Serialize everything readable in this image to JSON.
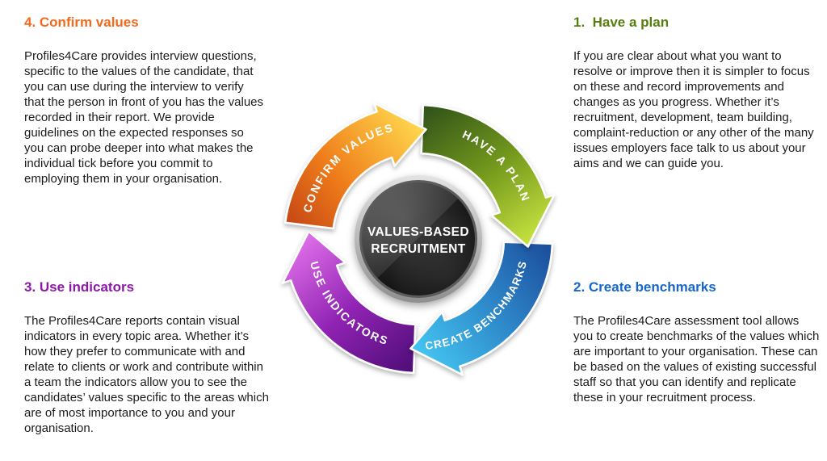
{
  "sections": {
    "confirm_values": {
      "heading": "4. Confirm values",
      "heading_color": "#f26a1e",
      "body": "Profiles4Care provides interview questions, specific to the values of the candidate, that you can use during the interview to verify that the person in front of you has the values recorded in their report. We provide guidelines on the expected responses so you can probe deeper into what makes the individual tick before you commit to employing them in your organisation."
    },
    "have_a_plan": {
      "heading": "1.  Have a plan",
      "heading_color": "#567d0e",
      "body": "If you are clear about what you want to resolve or improve then it is simpler to focus on these and record improvements and changes as you progress. Whether it’s recruitment, development, team building, complaint-reduction or any other of the many issues employers face talk to us about your aims and we can guide you."
    },
    "use_indicators": {
      "heading": "3. Use indicators",
      "heading_color": "#8e17ab",
      "body": "The Profiles4Care reports contain visual indicators in every topic area. Whether it’s how they prefer to communicate with and relate to clients or work and contribute within a team the indicators allow you to see the candidates’ values specific to the areas which are of most importance to you and your organisation."
    },
    "create_benchmarks": {
      "heading": "2. Create benchmarks",
      "heading_color": "#1766c8",
      "body": "The Profiles4Care assessment tool allows you to create benchmarks of the values which are important to your organisation. These can be based on the values of existing successful staff so that you can identify and replicate these in your recruitment process."
    }
  },
  "diagram": {
    "center": {
      "line1": "VALUES-BASED",
      "line2": "RECRUITMENT"
    },
    "arrows": [
      {
        "label": "CONFIRM VALUES",
        "color_start": "#bf3e14",
        "color_end": "#ffd94e"
      },
      {
        "label": "HAVE A PLAN",
        "color_start": "#33551a",
        "color_end": "#c8e340"
      },
      {
        "label": "CREATE BENCHMARKS",
        "color_start": "#1c4f9e",
        "color_end": "#45c8f2"
      },
      {
        "label": "USE INDICATORS",
        "color_start": "#4e0d76",
        "color_end": "#e070e8"
      }
    ]
  }
}
